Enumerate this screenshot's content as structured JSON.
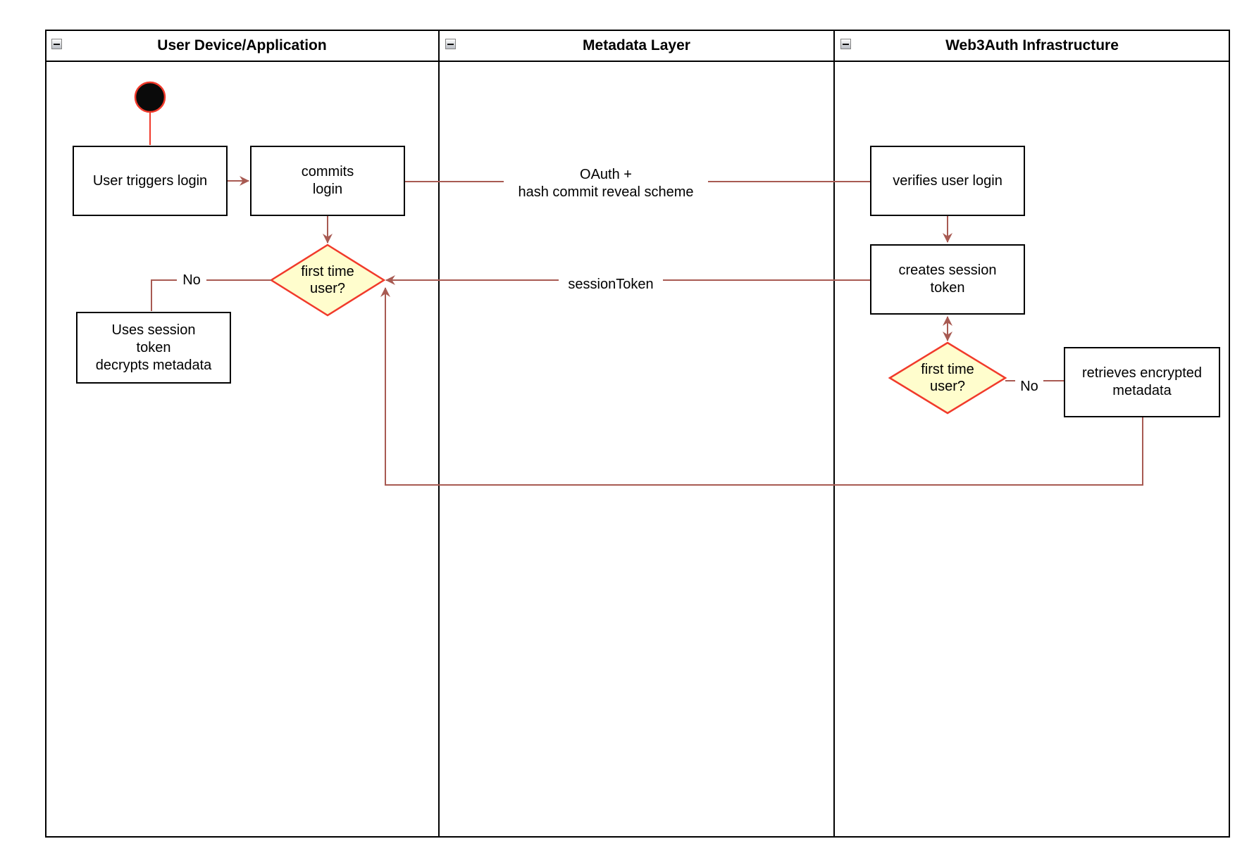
{
  "lanes": [
    {
      "title": "User Device/Application",
      "collapse_icon": "minus-icon"
    },
    {
      "title": "Metadata Layer",
      "collapse_icon": "minus-icon"
    },
    {
      "title": "Web3Auth Infrastructure",
      "collapse_icon": "minus-icon"
    }
  ],
  "nodes": {
    "user_triggers_login": {
      "lines": [
        "User triggers login"
      ]
    },
    "commits_login": {
      "lines": [
        "commits",
        "login"
      ]
    },
    "first_time_user_device": {
      "lines": [
        "first time",
        "user?"
      ]
    },
    "uses_session_token": {
      "lines": [
        "Uses session",
        "token",
        "decrypts metadata"
      ]
    },
    "verifies_user_login": {
      "lines": [
        "verifies user login"
      ]
    },
    "creates_session_token": {
      "lines": [
        "creates session",
        "token"
      ]
    },
    "first_time_user_infra": {
      "lines": [
        "first time",
        "user?"
      ]
    },
    "retrieves_encrypted_metadata": {
      "lines": [
        "retrieves encrypted",
        "metadata"
      ]
    }
  },
  "edge_labels": {
    "oauth": {
      "lines": [
        "OAuth +",
        "hash commit reveal scheme"
      ]
    },
    "session_token": "sessionToken",
    "no_device": "No",
    "no_infra": "No"
  },
  "colors": {
    "connector": "#A85A52",
    "red": "#F13A2B",
    "decision_fill": "#FFFDCD",
    "start_fill": "#0A0A0A",
    "ink": "#000000",
    "lane_bg": "#FFFFFF"
  }
}
